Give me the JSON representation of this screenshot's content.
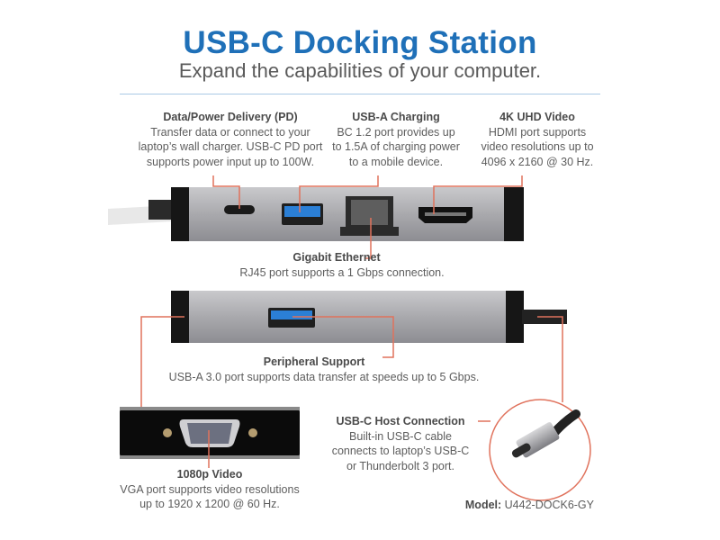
{
  "header": {
    "title": "USB-C Docking Station",
    "subtitle": "Expand the capabilities of your computer."
  },
  "callouts": {
    "pd": {
      "heading": "Data/Power Delivery (PD)",
      "lines": [
        "Transfer data or connect to your",
        "laptop’s wall charger. USB-C PD port",
        "supports power input up to 100W."
      ]
    },
    "usba_charging": {
      "heading": "USB-A Charging",
      "lines": [
        "BC 1.2 port provides up",
        "to 1.5A of charging power",
        "to a mobile device."
      ]
    },
    "uhd": {
      "heading": "4K UHD Video",
      "lines": [
        "HDMI port supports",
        "video resolutions up to",
        "4096 x 2160 @ 30 Hz."
      ]
    },
    "ethernet": {
      "heading": "Gigabit Ethernet",
      "lines": [
        "RJ45 port supports a 1 Gbps connection."
      ]
    },
    "peripheral": {
      "heading": "Peripheral Support",
      "lines": [
        "USB-A 3.0 port supports data transfer at speeds up to 5 Gbps."
      ]
    },
    "vga": {
      "heading": "1080p Video",
      "lines": [
        "VGA port supports video resolutions",
        "up to 1920 x 1200 @ 60 Hz."
      ]
    },
    "host": {
      "heading": "USB-C Host Connection",
      "lines": [
        "Built-in USB-C cable",
        "connects to laptop’s USB-C",
        "or Thunderbolt 3 port."
      ]
    }
  },
  "model": {
    "label": "Model:",
    "value": "U442-DOCK6-GY"
  },
  "colors": {
    "title": "#1f70b8",
    "leader": "#e0725c",
    "usb3": "#2b7fd6"
  }
}
